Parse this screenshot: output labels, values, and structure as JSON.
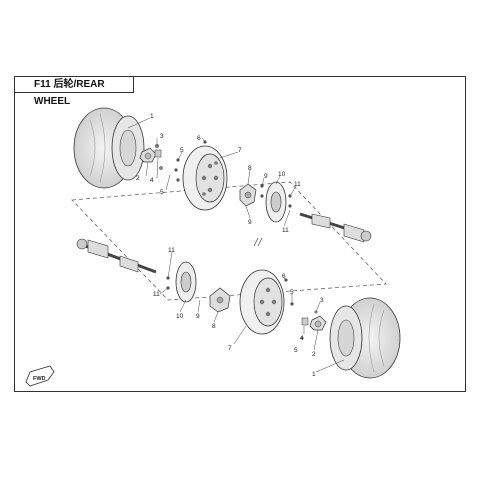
{
  "diagram": {
    "title": "F11 后轮/REAR WHEEL",
    "direction_label": "FWD",
    "callouts": {
      "tire": "1",
      "cap": "2",
      "pin": "3",
      "nut": "4",
      "bolt": "5",
      "washer": "6",
      "rim": "7",
      "hub": "8",
      "screw": "9",
      "brake_disc": "10",
      "stud": "11"
    }
  }
}
